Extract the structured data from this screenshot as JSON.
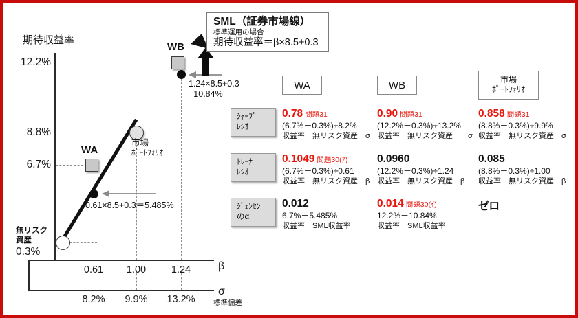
{
  "theme": {
    "border_color": "#c80c0c",
    "accent_red": "#e8160c",
    "label_box_fill": "#dcdcdc",
    "background": "#ffffff"
  },
  "chart_data": {
    "type": "line",
    "title": "",
    "ylabel": "期待収益率",
    "xlabel_beta": "β",
    "xlabel_sigma": "σ",
    "xlabel_sigma_sub": "標準偏差",
    "y_ticks": [
      "12.2%",
      "8.8%",
      "6.7%"
    ],
    "beta_ticks": [
      "0.61",
      "1.00",
      "1.24"
    ],
    "sigma_ticks": [
      "8.2%",
      "9.9%",
      "13.2%"
    ],
    "riskfree": {
      "label1": "無リスク",
      "label2": "資産",
      "value": "0.3%"
    },
    "sml_equation": "期待収益率＝β×8.5+0.3",
    "points": [
      {
        "name": "WA",
        "beta": 0.61,
        "sigma": "8.2%",
        "return": "6.7%",
        "sml_return": "5.485%"
      },
      {
        "name": "WB",
        "beta": 1.24,
        "sigma": "13.2%",
        "return": "12.2%",
        "sml_return": "10.84%"
      },
      {
        "name": "市場ポートフォリオ",
        "beta": 1.0,
        "sigma": "9.9%",
        "return": "8.8%",
        "sml_return": "8.8%"
      }
    ],
    "annotations": [
      {
        "id": "wa-sml",
        "text_line1": "0.61×8.5+0.3＝5.485%"
      },
      {
        "id": "wb-sml",
        "text_line1": "1.24×8.5+0.3",
        "text_line2": "=10.84%"
      }
    ]
  },
  "callout": {
    "title": "SML（証券市場線）",
    "subtitle": "標準運用の場合",
    "equation": "期待収益率＝β×8.5+0.3"
  },
  "chart_labels": {
    "wa": "WA",
    "wb": "WB",
    "market_line1": "市場",
    "market_line2": "ﾎﾟｰﾄﾌｫﾘｵ"
  },
  "table": {
    "columns": [
      {
        "id": "wa",
        "label": "WA",
        "label2": ""
      },
      {
        "id": "wb",
        "label": "WB",
        "label2": ""
      },
      {
        "id": "market",
        "label": "市場",
        "label2": "ﾎﾟｰﾄﾌｫﾘｵ"
      }
    ],
    "rows": [
      {
        "id": "sharpe",
        "label_line1": "ｼｬｰﾌﾟ",
        "label_line2": "ﾚｼｵ",
        "cells": [
          {
            "value": "0.78",
            "value_red": true,
            "qref": "問題31",
            "formula": "(6.7%－0.3%)÷8.2%",
            "legend": "収益率　無リスク資産　σ"
          },
          {
            "value": "0.90",
            "value_red": true,
            "qref": "問題31",
            "formula": "(12.2%－0.3%)÷13.2%",
            "legend": "収益率　無リスク資産　　σ"
          },
          {
            "value": "0.858",
            "value_red": true,
            "qref": "問題31",
            "formula": "(8.8%－0.3%)÷9.9%",
            "legend": "収益率　無リスク資産　σ"
          }
        ]
      },
      {
        "id": "treynor",
        "label_line1": "ﾄﾚｰﾅ",
        "label_line2": "ﾚｼｵ",
        "cells": [
          {
            "value": "0.1049",
            "value_red": true,
            "qref": "問題30(ｱ)",
            "formula": "(6.7%－0.3%)÷0.61",
            "legend": "収益率　無リスク資産　β"
          },
          {
            "value": "0.0960",
            "value_red": false,
            "qref": "",
            "formula": "(12.2%－0.3%)÷1.24",
            "legend": "収益率　無リスク資産　β"
          },
          {
            "value": "0.085",
            "value_red": false,
            "qref": "",
            "formula": "(8.8%－0.3%)÷1.00",
            "legend": "収益率　無リスク資産　β"
          }
        ]
      },
      {
        "id": "jensen",
        "label_line1": "ｼﾞｪﾝｾﾝ",
        "label_line2": "のα",
        "cells": [
          {
            "value": "0.012",
            "value_red": false,
            "qref": "",
            "formula": "6.7%－5.485%",
            "legend": "収益率　SML収益率"
          },
          {
            "value": "0.014",
            "value_red": true,
            "qref": "問題30(ｲ)",
            "formula": "12.2%－10.84%",
            "legend": "収益率　SML収益率"
          },
          {
            "value": "ゼロ",
            "value_red": false,
            "qref": "",
            "formula": "",
            "legend": ""
          }
        ]
      }
    ]
  }
}
